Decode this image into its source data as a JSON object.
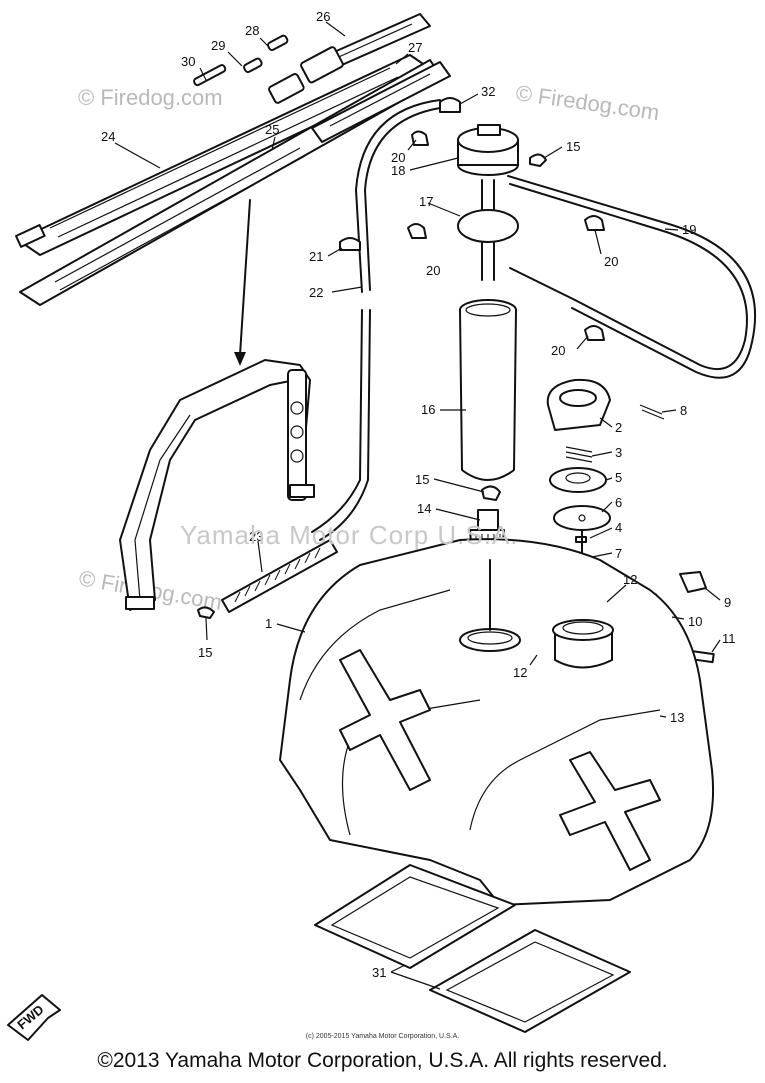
{
  "watermarks": {
    "firedog": "© Firedog.com",
    "center": "Yamaha Motor Corp U.S.A."
  },
  "callouts": [
    "1",
    "2",
    "3",
    "4",
    "5",
    "6",
    "7",
    "8",
    "9",
    "10",
    "11",
    "12",
    "12",
    "13",
    "14",
    "15",
    "15",
    "15",
    "16",
    "17",
    "18",
    "19",
    "20",
    "20",
    "20",
    "20",
    "21",
    "22",
    "23",
    "24",
    "25",
    "26",
    "27",
    "28",
    "29",
    "30",
    "31",
    "32"
  ],
  "fwd_label": "FWD",
  "small_credit": "(c) 2005-2015 Yamaha Motor Corporation, U.S.A.",
  "copyright": "©2013 Yamaha Motor Corporation, U.S.A. All rights reserved.",
  "colors": {
    "line": "#111111",
    "watermark": "#b9b9b9",
    "background": "#ffffff"
  }
}
